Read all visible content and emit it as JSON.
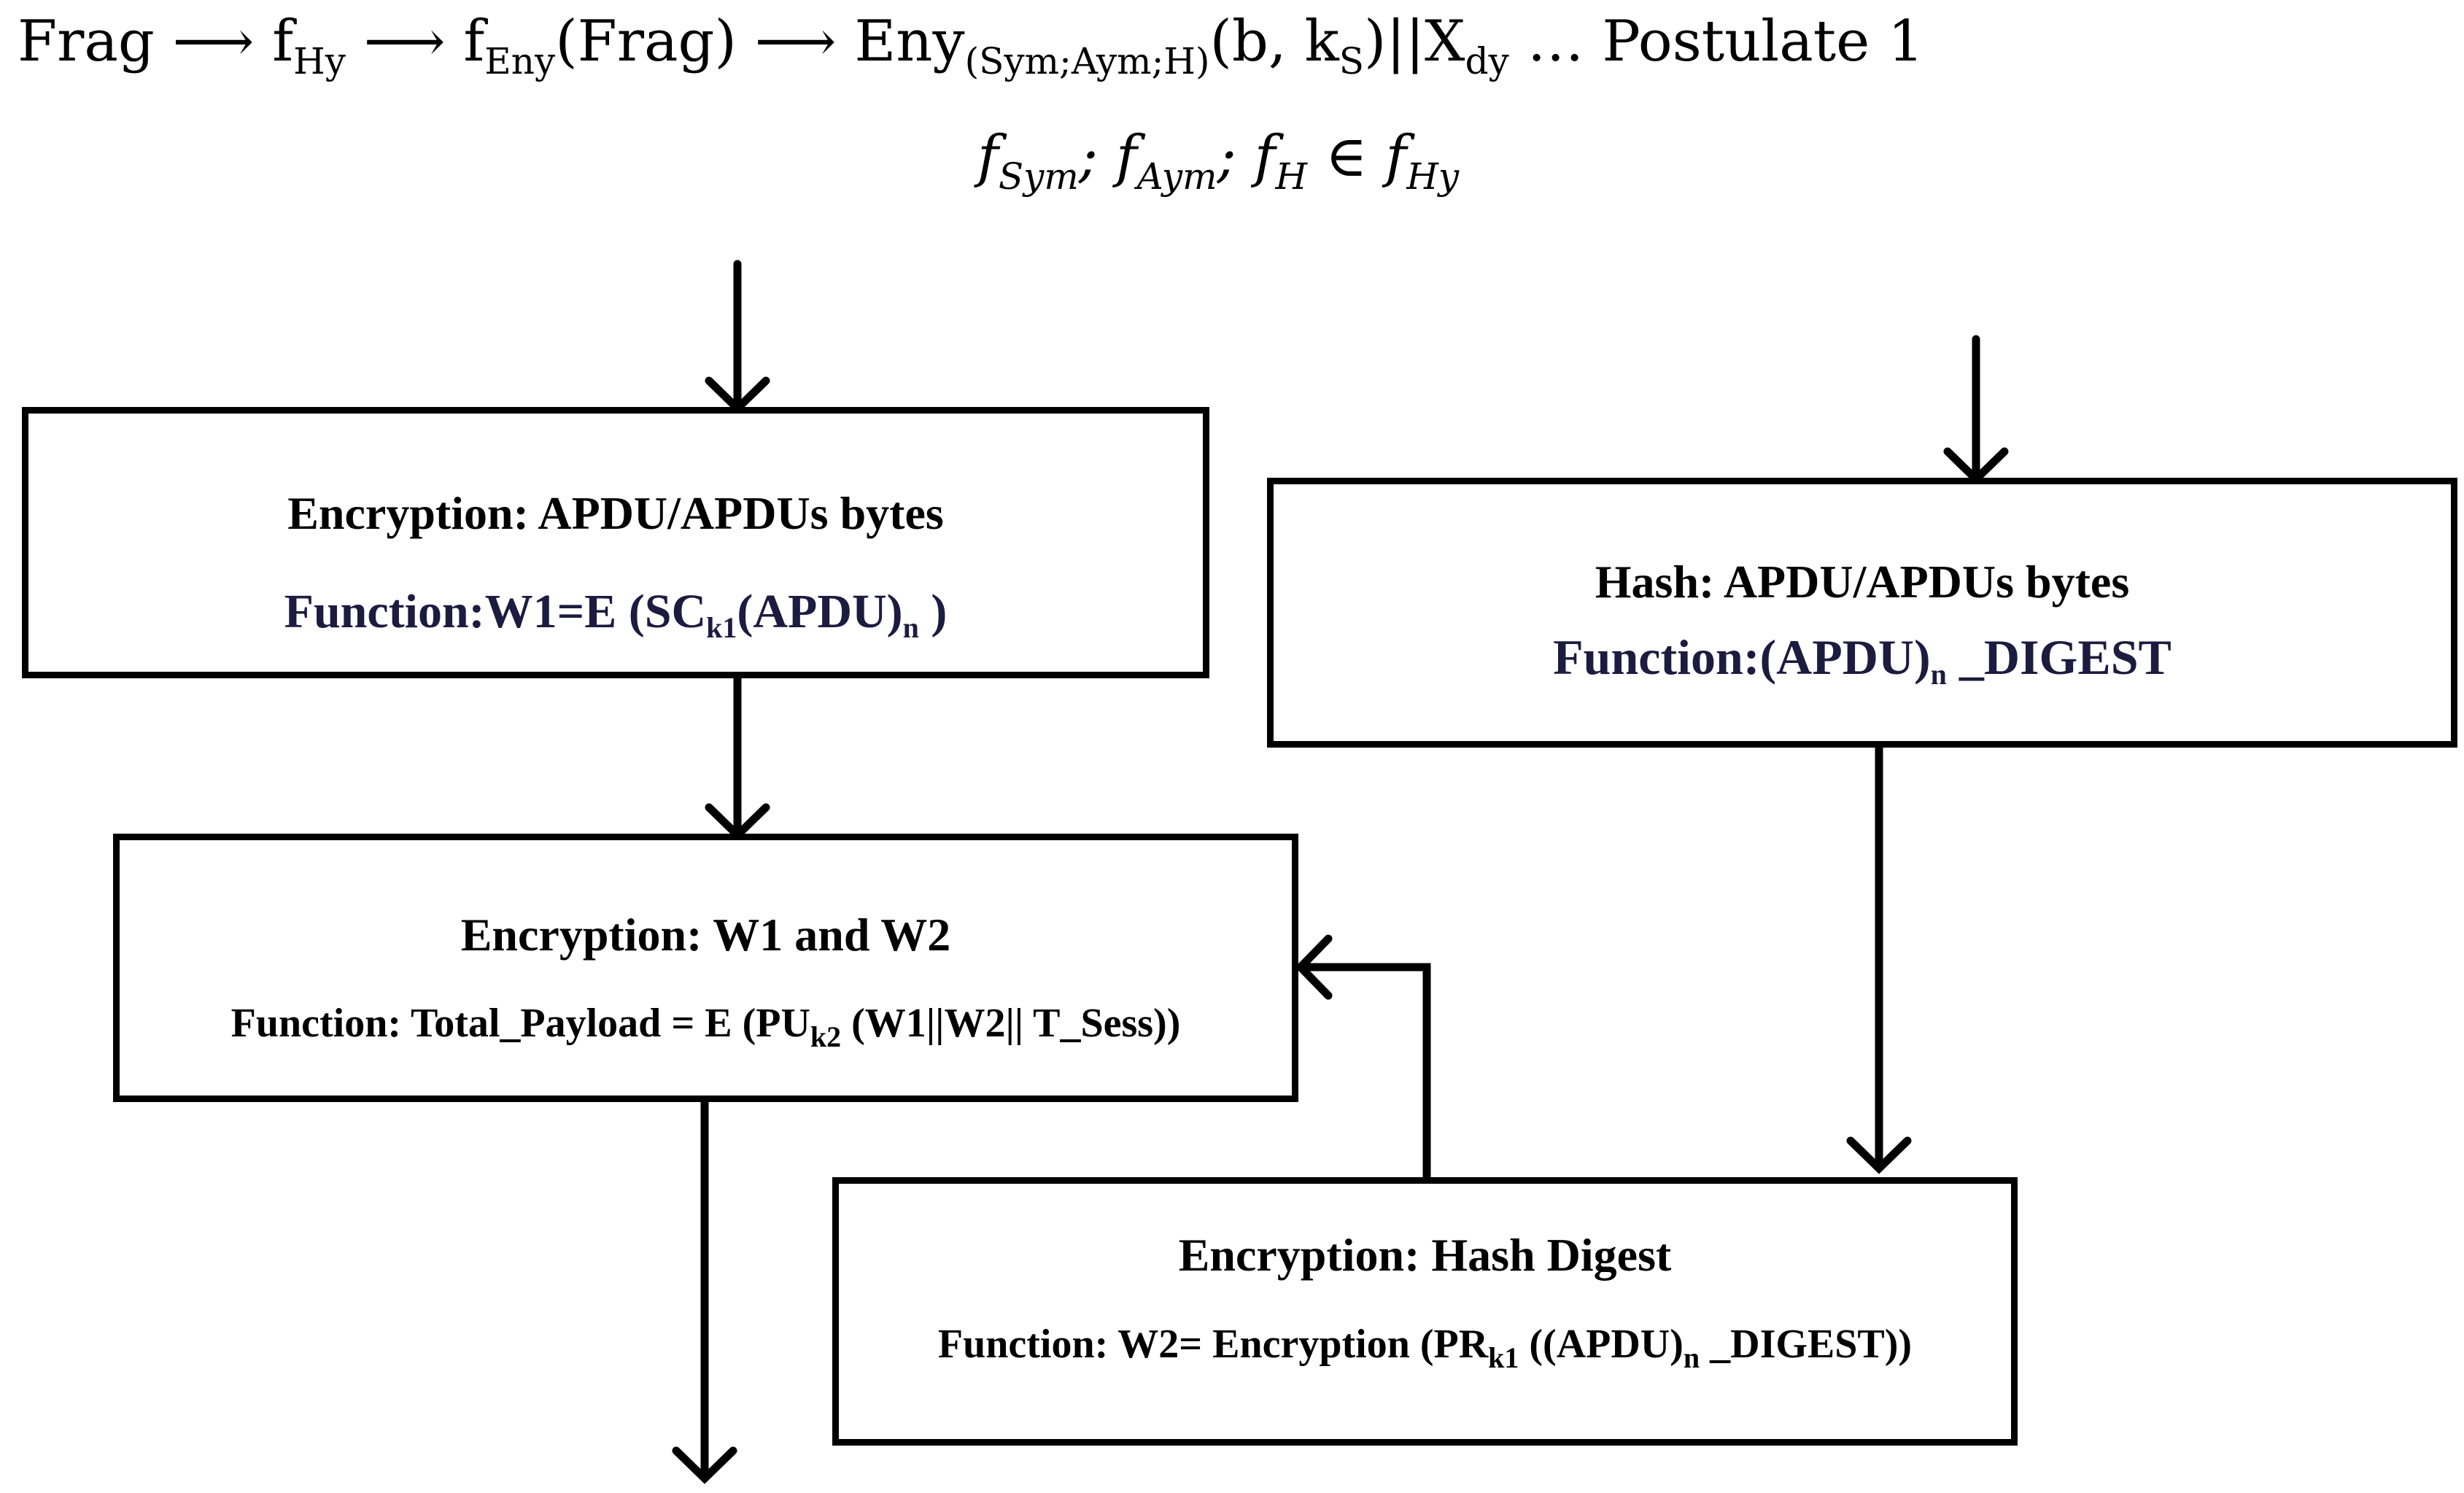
{
  "equation": {
    "line1": {
      "frag": "Frag",
      "arrow1": " ⟶ f",
      "hy_sub": "Hy",
      "arrow2": " ⟶ f",
      "eny_sub": "Eny",
      "frag_paren": "(Frag)",
      "arrow3": "  ⟶ Eny",
      "sym_sub": "(Sym;Aym;H)",
      "bks": "(b, k",
      "s_sub": "S",
      "concat": ")||X",
      "dy_sub": "dy",
      "postulate": " … Postulate 1"
    },
    "line2": {
      "f1": "f",
      "sym_sub": "Sym",
      "sep1": "; f",
      "aym_sub": "Aym",
      "sep2": ";  f",
      "h_sub": "H",
      "in": " ∈ f",
      "hy_sub": "Hy"
    }
  },
  "boxes": {
    "encryption_apdu": {
      "title": "Encryption: APDU/APDUs bytes",
      "func_prefix": "Function:W1=E (SC",
      "func_sub1": "k1",
      "func_mid": "(APDU)",
      "func_sub2": "n",
      "func_suffix": " )"
    },
    "hash_apdu": {
      "title": "Hash: APDU/APDUs bytes",
      "func_prefix": "Function:(APDU)",
      "func_sub": "n",
      "func_suffix": " _DIGEST"
    },
    "encryption_w1w2": {
      "title": "Encryption: W1 and W2",
      "func_prefix": "Function: Total_Payload = E (PU",
      "func_sub": "k2",
      "func_suffix": " (W1||W2|| T_Sess))"
    },
    "encryption_hash": {
      "title": "Encryption: Hash Digest",
      "func_prefix": "Function: W2= Encryption (PR",
      "func_sub1": "k1",
      "func_mid": " ((APDU)",
      "func_sub2": "n",
      "func_suffix": " _DIGEST))"
    }
  }
}
